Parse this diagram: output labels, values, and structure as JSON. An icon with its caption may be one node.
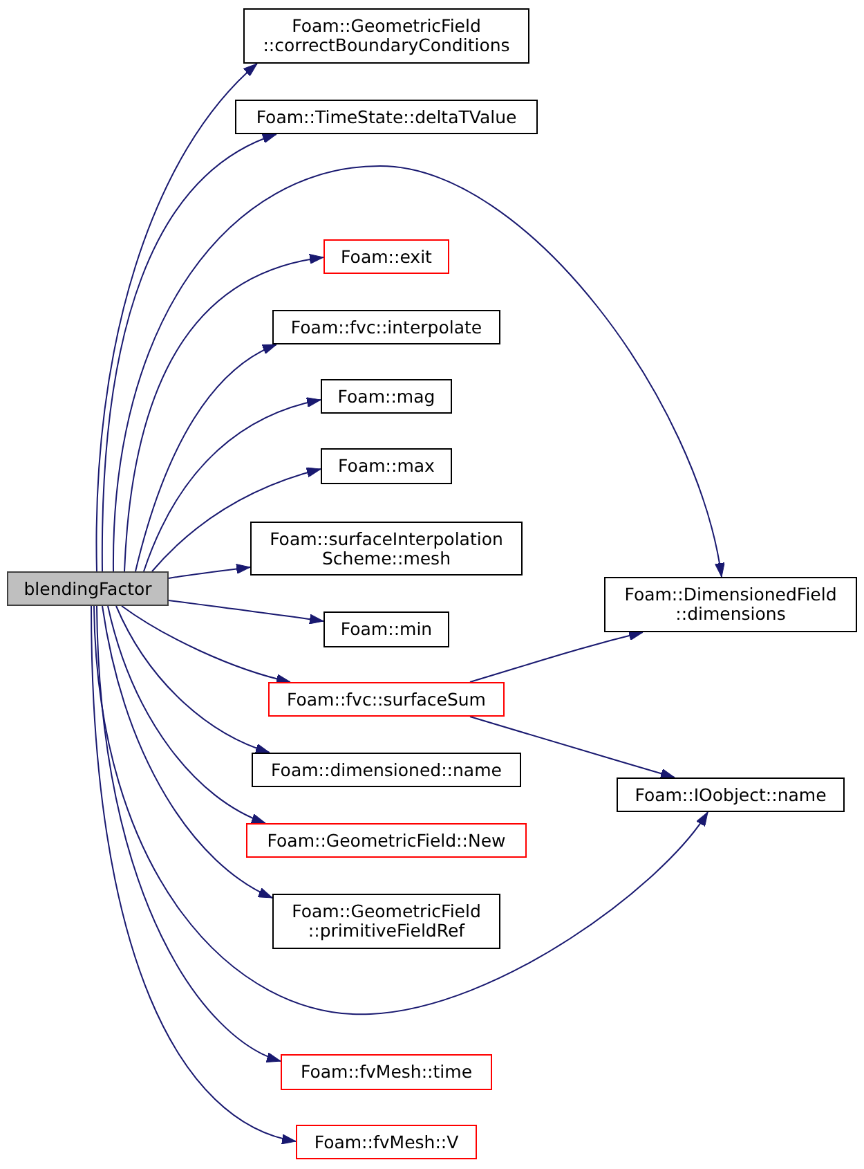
{
  "diagram": {
    "nodes": [
      {
        "text": [
          "blendingFactor"
        ]
      },
      {
        "text": [
          "Foam::GeometricField ::correctBoundaryConditions"
        ]
      },
      {
        "text": [
          "Foam::TimeState::deltaTValue"
        ]
      },
      {
        "text": [
          "Foam::exit"
        ]
      },
      {
        "text": [
          "Foam::fvc::interpolate"
        ]
      },
      {
        "text": [
          "Foam::mag"
        ]
      },
      {
        "text": [
          "Foam::max"
        ]
      },
      {
        "text": [
          "Foam::surfaceInterpolation Scheme::mesh"
        ]
      },
      {
        "text": [
          "Foam::min"
        ]
      },
      {
        "text": [
          "Foam::fvc::surfaceSum"
        ]
      },
      {
        "text": [
          "Foam::dimensioned::name"
        ]
      },
      {
        "text": [
          "Foam::GeometricField::New"
        ]
      },
      {
        "text": [
          "Foam::GeometricField ::primitiveFieldRef"
        ]
      },
      {
        "text": [
          "Foam::fvMesh::time"
        ]
      },
      {
        "text": [
          "Foam::fvMesh::V"
        ]
      },
      {
        "text": [
          "Foam::DimensionedField ::dimensions"
        ]
      },
      {
        "text": [
          "Foam::IOobject::name"
        ]
      }
    ],
    "edges": [
      {
        "from": 0,
        "to": 1,
        "arrow": "to"
      },
      {
        "from": 0,
        "to": 2,
        "arrow": "to"
      },
      {
        "from": 0,
        "to": 3,
        "arrow": "to"
      },
      {
        "from": 0,
        "to": 4,
        "arrow": "to"
      },
      {
        "from": 0,
        "to": 5,
        "arrow": "to"
      },
      {
        "from": 0,
        "to": 6,
        "arrow": "to"
      },
      {
        "from": 0,
        "to": 7,
        "arrow": "to"
      },
      {
        "from": 0,
        "to": 8,
        "arrow": "to"
      },
      {
        "from": 0,
        "to": 9,
        "arrow": "to"
      },
      {
        "from": 0,
        "to": 10,
        "arrow": "to"
      },
      {
        "from": 0,
        "to": 11,
        "arrow": "to"
      },
      {
        "from": 0,
        "to": 12,
        "arrow": "to"
      },
      {
        "from": 0,
        "to": 13,
        "arrow": "to"
      },
      {
        "from": 0,
        "to": 14,
        "arrow": "to"
      },
      {
        "from": 0,
        "to": 15,
        "arrow": "to"
      },
      {
        "from": 0,
        "to": 16,
        "arrow": "to"
      },
      {
        "from": 9,
        "to": 15,
        "arrow": "to"
      },
      {
        "from": 9,
        "to": 16,
        "arrow": "to"
      }
    ]
  }
}
